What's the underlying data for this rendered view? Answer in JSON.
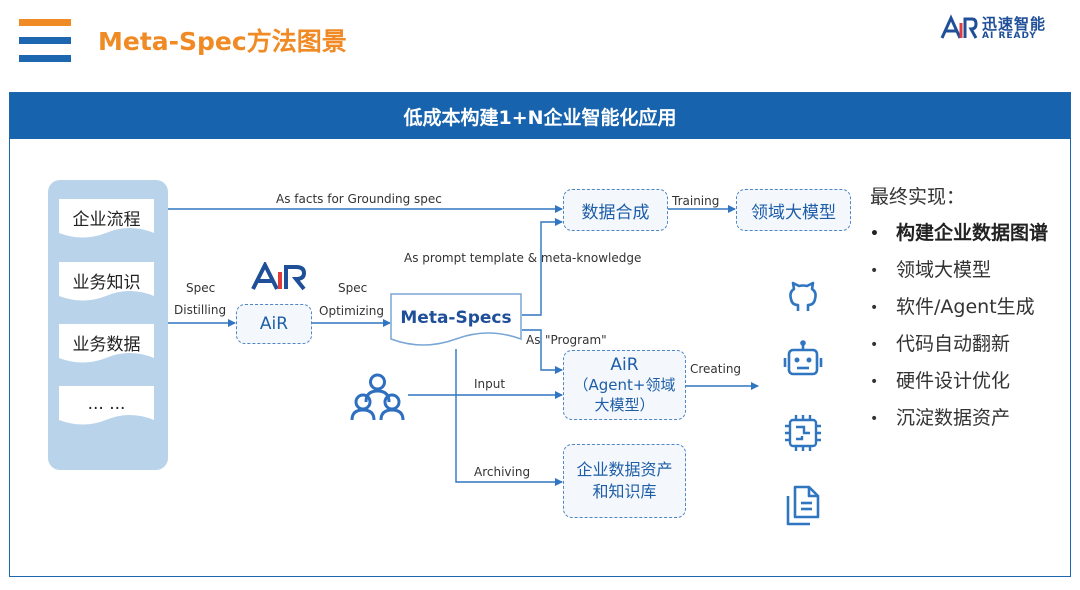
{
  "header": {
    "title": "Meta-Spec方法图景",
    "logo_text_cn": "迅速智能",
    "logo_text_en": "AI READY",
    "logo_mark": "AiR"
  },
  "banner": {
    "text": "低成本构建1+N企业智能化应用"
  },
  "left_panel": {
    "items": [
      "企业流程",
      "业务知识",
      "业务数据",
      "... ..."
    ]
  },
  "labels": {
    "spec": "Spec",
    "distilling": "Distilling",
    "spec2": "Spec",
    "optimizing": "Optimizing",
    "facts": "As facts for Grounding spec",
    "prompt": "As prompt template & meta-knowledge",
    "as": "As",
    "program": "\"Program\"",
    "input": "Input",
    "archiving": "Archiving",
    "training": "Training",
    "creating": "Creating"
  },
  "nodes": {
    "air": "AiR",
    "meta_specs": "Meta-Specs",
    "data_synth": "数据合成",
    "domain_model": "领域大模型",
    "agent_line1": "AiR",
    "agent_line2": "（Agent+领域",
    "agent_line3": "大模型）",
    "archive_line1": "企业数据资产",
    "archive_line2": "和知识库"
  },
  "results": {
    "title": "最终实现：",
    "items": [
      "构建企业数据图谱",
      "领域大模型",
      "软件/Agent生成",
      "代码自动翻新",
      "硬件设计优化",
      "沉淀数据资产"
    ],
    "bullet": "•"
  },
  "icons": [
    "github-icon",
    "robot-icon",
    "chip-icon",
    "document-icon"
  ],
  "colors": {
    "orange": "#f08a24",
    "navy": "#1f4f98",
    "banner_blue": "#1763ad",
    "arrow_blue": "#2f75c0",
    "panel_blue": "#b9d3ea"
  }
}
